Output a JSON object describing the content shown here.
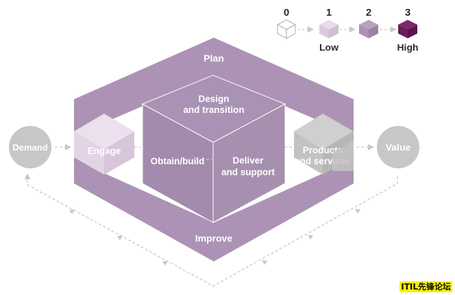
{
  "legend": {
    "levels": [
      {
        "number": "0",
        "label": "",
        "color": "#ffffff"
      },
      {
        "number": "1",
        "label": "Low",
        "color": "#ddc9df"
      },
      {
        "number": "2",
        "label": "",
        "color": "#a992b3"
      },
      {
        "number": "3",
        "label": "High",
        "color": "#6a1c5c"
      }
    ]
  },
  "activities": {
    "plan": "Plan",
    "design": [
      "Design",
      "and transition"
    ],
    "engage": "Engage",
    "obtain": "Obtain/build",
    "deliver": [
      "Deliver",
      "and support"
    ],
    "products": [
      "Products",
      "and services"
    ],
    "improve": "Improve"
  },
  "endpoints": {
    "demand": "Demand",
    "value": "Value"
  },
  "watermark": "ITIL先锋论坛",
  "colors": {
    "frame": "#ac93b5",
    "frame_dark": "#a28bac",
    "engage_cube": "#e1d2e3",
    "products_cube": "#c2c2c2",
    "endpoint_circle": "#c7c7c7",
    "flow_arrow": "#c8c8c8"
  }
}
